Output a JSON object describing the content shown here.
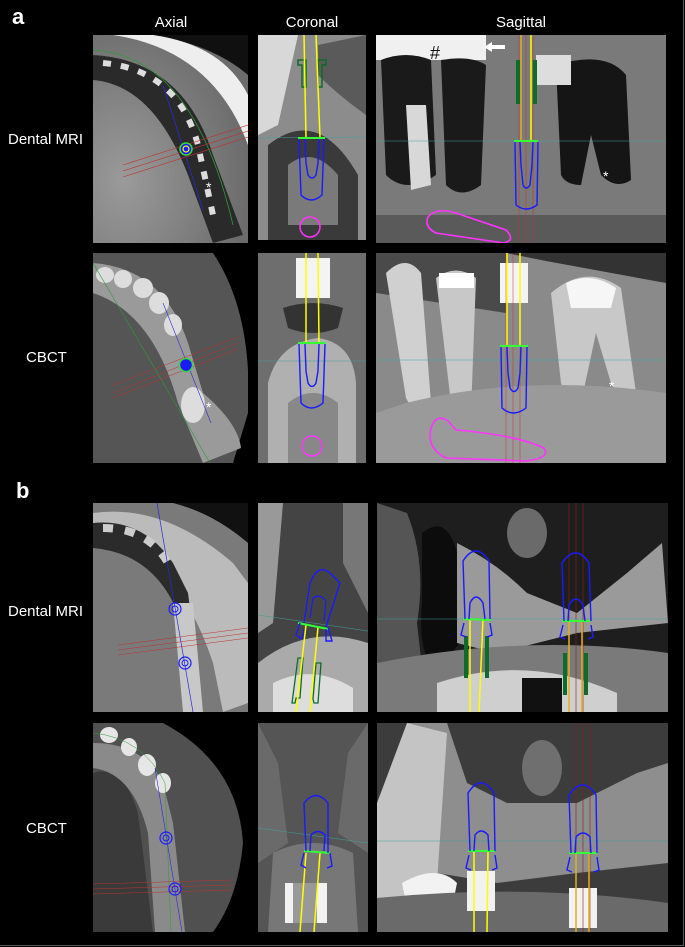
{
  "figure": {
    "panels": [
      {
        "letter": "a",
        "rows": [
          "Dental MRI",
          "CBCT"
        ]
      },
      {
        "letter": "b",
        "rows": [
          "Dental MRI",
          "CBCT"
        ]
      }
    ],
    "columns": [
      "Axial",
      "Coronal",
      "Sagittal"
    ],
    "annotations": {
      "hash": "#",
      "asterisk": "*",
      "arrow": "left-arrow"
    },
    "colors": {
      "implant_outline": "#1a1aff",
      "drill_axis": "#ffff00",
      "platform": "#33ff33",
      "nerve_canal": "#ff33ff",
      "drill_guide_sleeve": "#106b2a",
      "reference_line": "#3fa0a0",
      "section_lines": "#c03030"
    }
  }
}
